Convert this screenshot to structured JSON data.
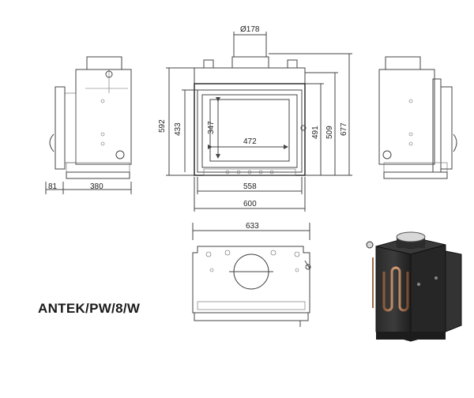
{
  "model_code": "ANTEK/PW/8/W",
  "dimensions": {
    "flue_diameter": "Ø178",
    "side_depth": "380",
    "side_handle_offset": "81",
    "front_outer_height": "592",
    "front_door_height": "433",
    "glass_height": "347",
    "glass_width": "472",
    "door_width": "558",
    "body_width": "600",
    "right_height_inner": "491",
    "right_height_outer": "509",
    "total_height": "677",
    "top_width": "633"
  }
}
